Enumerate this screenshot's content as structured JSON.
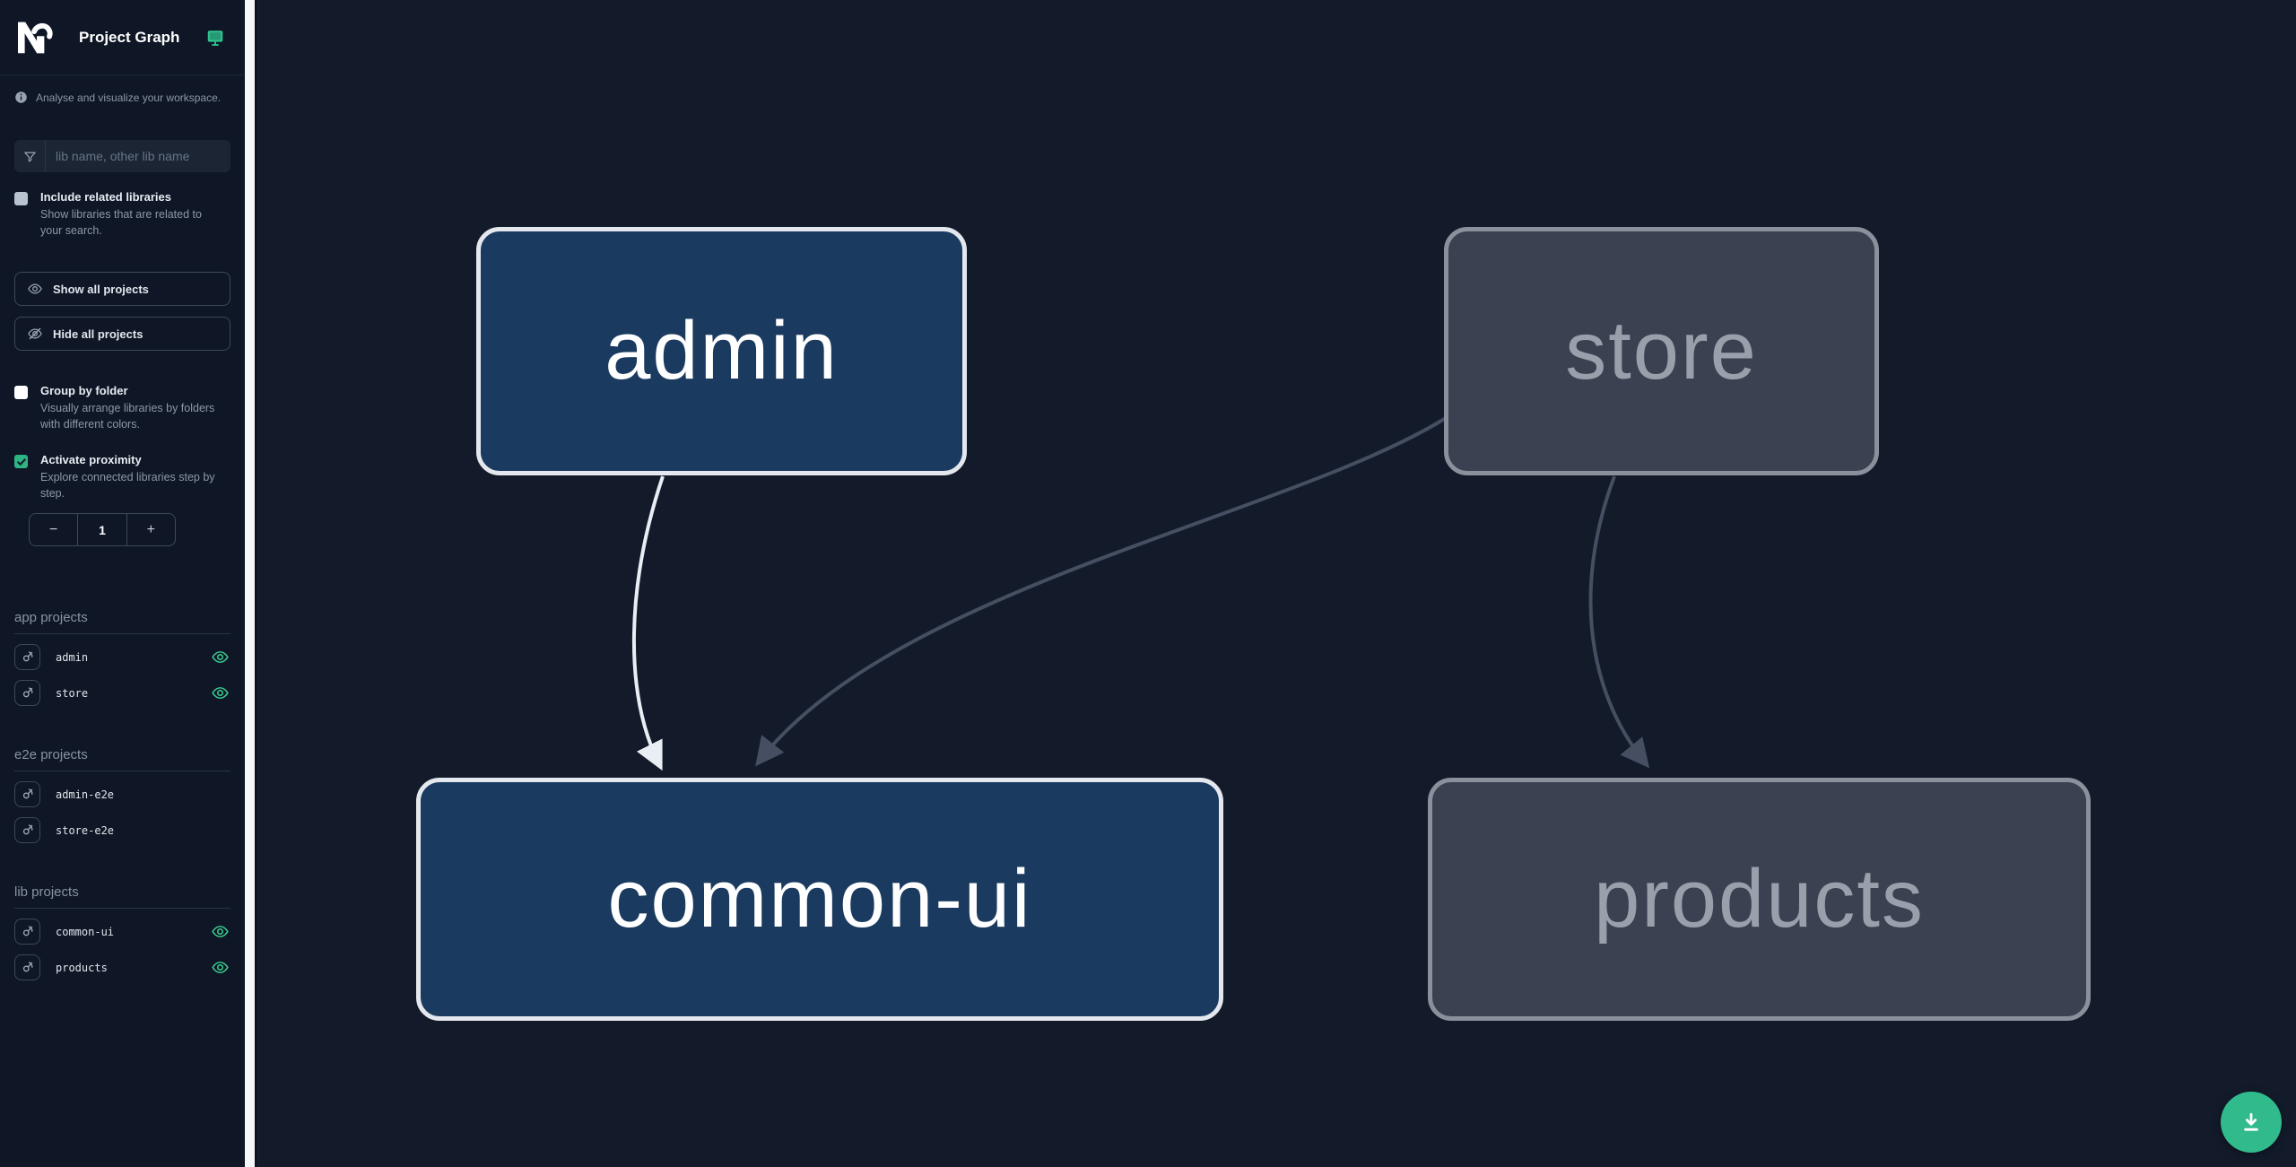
{
  "header": {
    "title": "Project Graph",
    "logo_icon": "nx-logo",
    "monitor_icon": "monitor-icon"
  },
  "subtitle": "Analyse and visualize your workspace.",
  "search": {
    "placeholder": "lib name, other lib name",
    "icon": "funnel-icon"
  },
  "checkboxes": {
    "include_related": {
      "label": "Include related libraries",
      "description": "Show libraries that are related to your search.",
      "checked": false
    },
    "group_by_folder": {
      "label": "Group by folder",
      "description": "Visually arrange libraries by folders with different colors.",
      "checked": false
    },
    "activate_proximity": {
      "label": "Activate proximity",
      "description": "Explore connected libraries step by step.",
      "checked": true
    }
  },
  "actions": {
    "show_all": "Show all projects",
    "hide_all": "Hide all projects"
  },
  "proximity_stepper": {
    "decrement": "−",
    "value": "1",
    "increment": "+"
  },
  "project_sections": [
    {
      "label": "app projects",
      "items": [
        {
          "name": "admin",
          "eye": true
        },
        {
          "name": "store",
          "eye": true
        }
      ]
    },
    {
      "label": "e2e projects",
      "items": [
        {
          "name": "admin-e2e",
          "eye": false
        },
        {
          "name": "store-e2e",
          "eye": false
        }
      ]
    },
    {
      "label": "lib projects",
      "items": [
        {
          "name": "common-ui",
          "eye": true
        },
        {
          "name": "products",
          "eye": true
        }
      ]
    }
  ],
  "graph": {
    "nodes": [
      {
        "id": "admin",
        "label": "admin",
        "state": "highlighted"
      },
      {
        "id": "store",
        "label": "store",
        "state": "muted"
      },
      {
        "id": "common-ui",
        "label": "common-ui",
        "state": "highlighted"
      },
      {
        "id": "products",
        "label": "products",
        "state": "muted"
      }
    ],
    "edges": [
      {
        "source": "admin",
        "target": "common-ui",
        "state": "highlighted"
      },
      {
        "source": "store",
        "target": "common-ui",
        "state": "muted"
      },
      {
        "source": "store",
        "target": "products",
        "state": "muted"
      }
    ]
  },
  "fab": {
    "icon": "download-icon"
  },
  "colors": {
    "accent_green": "#34d399",
    "checkbox_checked": "#2fb483",
    "fab_bg": "#31ba8c",
    "node_highlighted_fill": "#1a3a5f",
    "node_highlighted_border": "#e4e8ee",
    "node_muted_fill": "#3a4150",
    "node_muted_border": "#8b919c",
    "edge_highlighted": "#e9eef4",
    "edge_muted": "#454f61",
    "sidebar_bg": "#0f1726",
    "canvas_bg": "#131b2b",
    "divider": "#f6f7f9"
  }
}
